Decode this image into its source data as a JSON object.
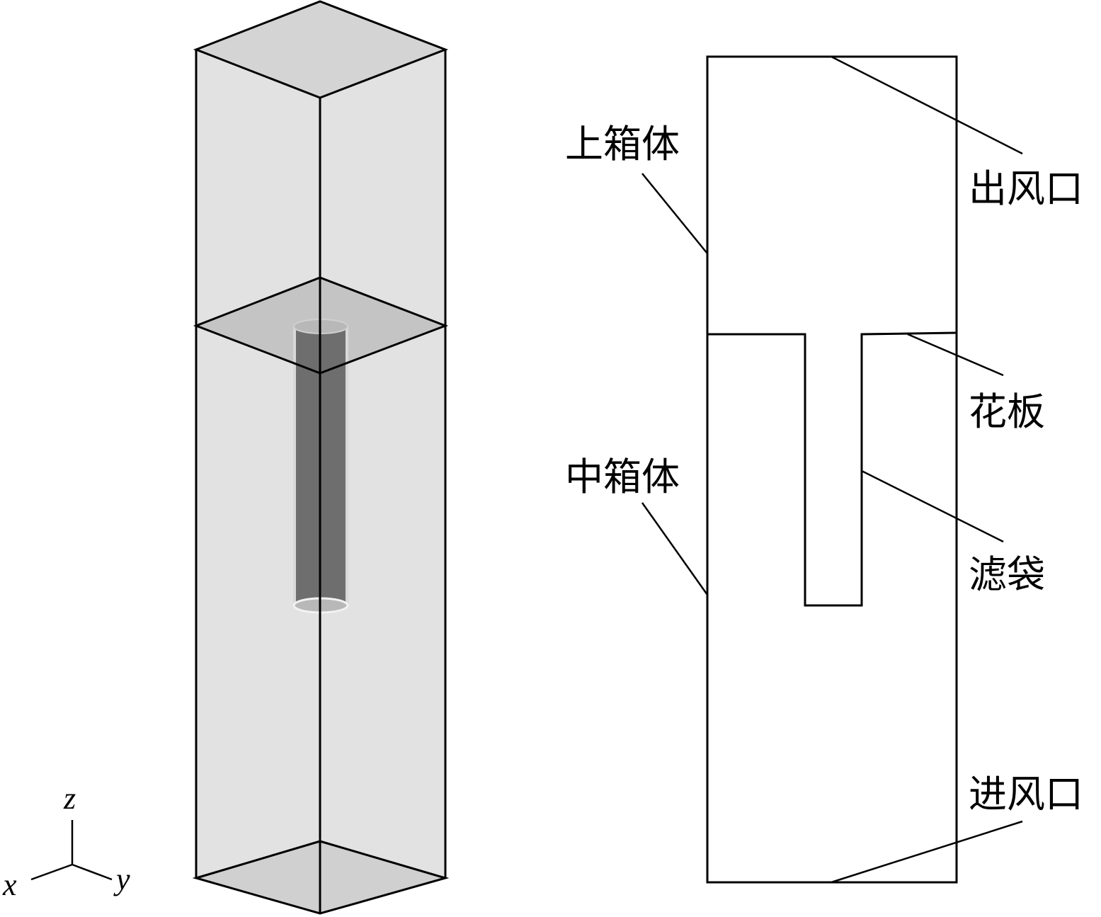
{
  "axes": {
    "x": "x",
    "y": "y",
    "z": "z"
  },
  "labels": {
    "upper_box": "上箱体",
    "middle_box": "中箱体",
    "outlet": "出风口",
    "tube_sheet": "花板",
    "filter_bag": "滤袋",
    "inlet": "进风口"
  },
  "colors": {
    "top_face": "#d4d4d4",
    "side_face": "#e2e2e2",
    "bottom_face": "#d0d0d0",
    "plate": "#c4c4c4",
    "cylinder": "#6e6e6e",
    "cylinder_cap": "#b8b8b8",
    "line": "#000000"
  }
}
